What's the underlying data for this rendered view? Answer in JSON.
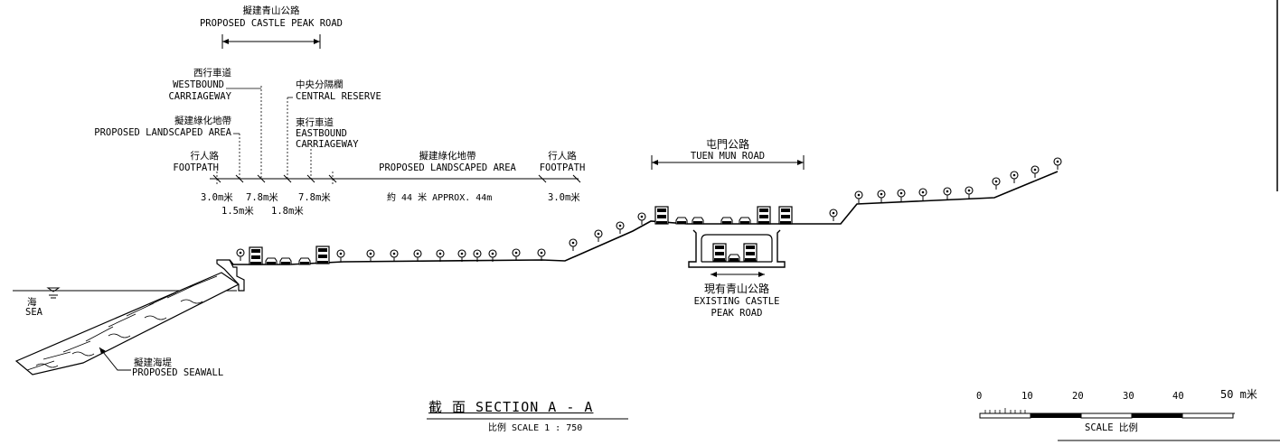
{
  "castle_peak": {
    "zh": "擬建青山公路",
    "en": "PROPOSED CASTLE PEAK ROAD"
  },
  "westbound": {
    "zh": "西行車道",
    "en1": "WESTBOUND",
    "en2": "CARRIAGEWAY"
  },
  "central_reserve": {
    "zh": "中央分隔欄",
    "en": "CENTRAL RESERVE"
  },
  "landscaped_left": {
    "zh": "擬建綠化地帶",
    "en": "PROPOSED LANDSCAPED AREA"
  },
  "eastbound": {
    "zh": "東行車道",
    "en1": "EASTBOUND",
    "en2": "CARRIAGEWAY"
  },
  "footpath_left": {
    "zh": "行人路",
    "en": "FOOTPATH"
  },
  "landscaped_right": {
    "zh": "擬建綠化地帶",
    "en": "PROPOSED LANDSCAPED AREA"
  },
  "footpath_right": {
    "zh": "行人路",
    "en": "FOOTPATH"
  },
  "dims": {
    "d1": "3.0m米",
    "d2": "7.8m米",
    "d3": "7.8m米",
    "d4": "1.5m米",
    "d5": "1.8m米",
    "d6": "約 44 米 APPROX. 44m",
    "d7": "3.0m米"
  },
  "tuen_mun": {
    "zh": "屯門公路",
    "en": "TUEN MUN ROAD"
  },
  "existing": {
    "zh": "現有青山公路",
    "en1": "EXISTING CASTLE",
    "en2": "PEAK ROAD"
  },
  "sea": {
    "zh": "海",
    "en": "SEA"
  },
  "seawall": {
    "zh": "擬建海堤",
    "en": "PROPOSED SEAWALL"
  },
  "section_title": "截 面 SECTION A - A",
  "section_scale": "比例 SCALE 1 : 750",
  "scale_bar": {
    "ticks": [
      "0",
      "10",
      "20",
      "30",
      "40",
      "50 m米"
    ],
    "label": "SCALE 比例"
  }
}
